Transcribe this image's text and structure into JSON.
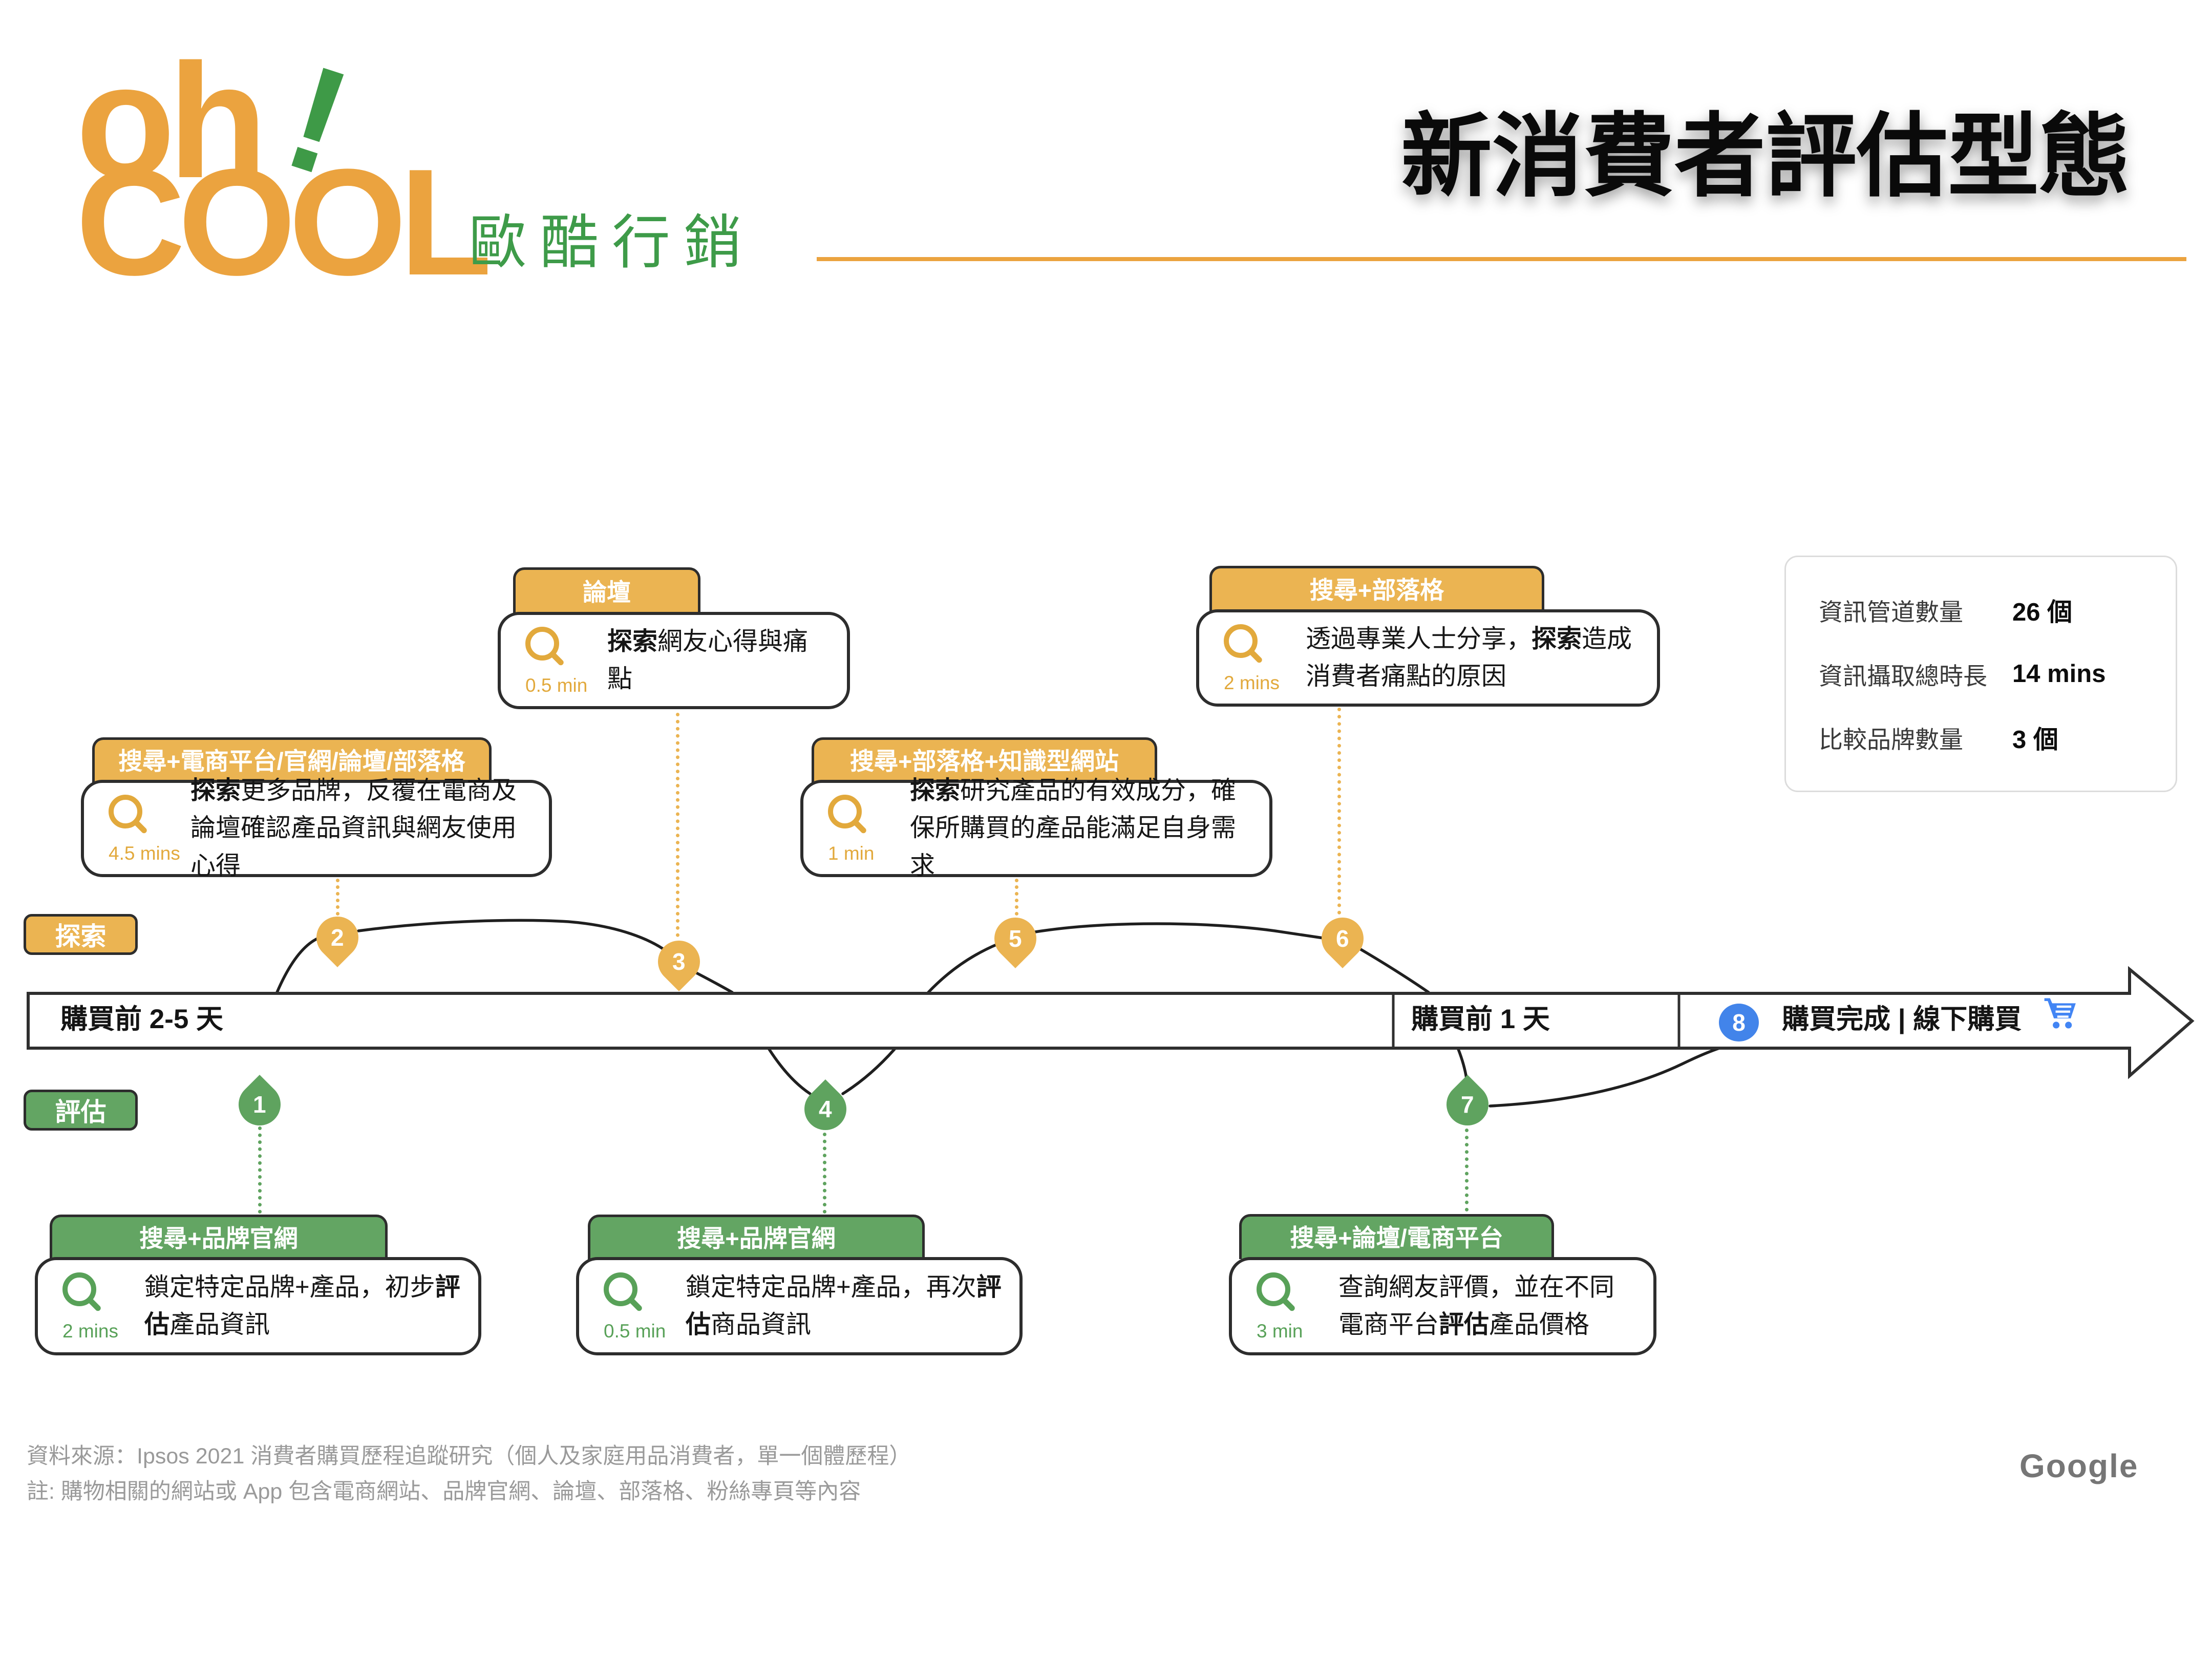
{
  "logo": {
    "word1": "oh",
    "exclaim": "!",
    "word2": "COOL",
    "subtitle": "歐酷行銷"
  },
  "title": "新消費者評估型態",
  "stats": {
    "rows": [
      {
        "label": "資訊管道數量",
        "value": "26 個"
      },
      {
        "label": "資訊攝取總時長",
        "value": "14 mins"
      },
      {
        "label": "比較品牌數量",
        "value": "3 個"
      }
    ]
  },
  "phases": {
    "explore": "探索",
    "evaluate": "評估"
  },
  "timeline": {
    "segment1": "購買前 2-5 天",
    "segment2": "購買前 1 天",
    "final_label": "購買完成 | 線下購買"
  },
  "markers": {
    "m1": "1",
    "m2": "2",
    "m3": "3",
    "m4": "4",
    "m5": "5",
    "m6": "6",
    "m7": "7",
    "m8": "8"
  },
  "callouts": {
    "a": {
      "tab": "論壇",
      "time": "0.5 min",
      "pre": "",
      "bold": "探索",
      "post": "網友心得與痛點"
    },
    "b": {
      "tab": "搜尋+電商平台/官網/論壇/部落格",
      "time": "4.5 mins",
      "pre": "",
      "bold": "探索",
      "post": "更多品牌，反覆在電商及論壇確認產品資訊與網友使用心得"
    },
    "c": {
      "tab": "搜尋+部落格+知識型網站",
      "time": "1 min",
      "pre": "",
      "bold": "探索",
      "post": "研究產品的有效成分，確保所購買的產品能滿足自身需求"
    },
    "d": {
      "tab": "搜尋+部落格",
      "time": "2 mins",
      "pre": "透過專業人士分享，",
      "bold": "探索",
      "post": "造成消費者痛點的原因"
    },
    "g1": {
      "tab": "搜尋+品牌官網",
      "time": "2 mins",
      "pre": "鎖定特定品牌+產品，初步",
      "bold": "評估",
      "post": "產品資訊"
    },
    "g2": {
      "tab": "搜尋+品牌官網",
      "time": "0.5 min",
      "pre": "鎖定特定品牌+產品，再次",
      "bold": "評估",
      "post": "商品資訊"
    },
    "g3": {
      "tab": "搜尋+論壇/電商平台",
      "time": "3 min",
      "pre": "查詢網友評價，並在不同電商平台",
      "bold": "評估",
      "post": "產品價格"
    }
  },
  "footer": {
    "line1": "資料來源：Ipsos 2021 消費者購買歷程追蹤研究（個人及家庭用品消費者，單一個體歷程）",
    "line2": "註: 購物相關的網站或 App 包含電商網站、品牌官網、論壇、部落格、粉絲專頁等內容",
    "brand": "Google"
  },
  "colors": {
    "yellow": "#EBB452",
    "green": "#63A563",
    "blue": "#4285F4",
    "orange": "#EBA33F",
    "border": "#2d2d2d"
  }
}
